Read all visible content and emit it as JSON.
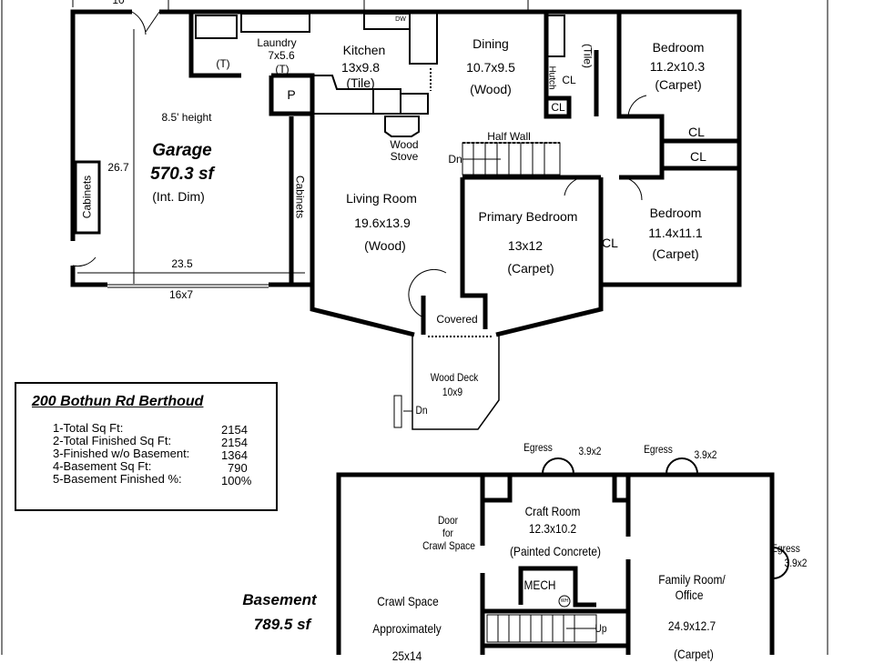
{
  "garage": {
    "name": "Garage",
    "area": "570.3 sf",
    "note": "(Int. Dim)",
    "height": "8.5' height",
    "depth": "26.7",
    "width": "23.5",
    "door": "16x7",
    "cabinets_left": "Cabinets",
    "cabinets_right": "Cabinets",
    "top_dim": "10"
  },
  "laundry": {
    "name": "Laundry",
    "dims": "7x5.6",
    "floor": "(T)",
    "bath_floor": "(T)"
  },
  "pantry": {
    "label": "P"
  },
  "kitchen": {
    "name": "Kitchen",
    "dims": "13x9.8",
    "floor": "(Tile)",
    "dw": "DW"
  },
  "wood_stove": {
    "line1": "Wood",
    "line2": "Stove"
  },
  "dining": {
    "name": "Dining",
    "dims": "10.7x9.5",
    "floor": "(Wood)"
  },
  "bath": {
    "floor": "(Tile)",
    "hutch": "Hutch",
    "closet1": "CL",
    "closet2": "CL"
  },
  "bedroom1": {
    "name": "Bedroom",
    "dims": "11.2x10.3",
    "floor": "(Carpet)"
  },
  "hall_closets": [
    "CL",
    "CL"
  ],
  "stairs": {
    "half_wall": "Half Wall",
    "dn": "Dn"
  },
  "living_room": {
    "name": "Living Room",
    "dims": "19.6x13.9",
    "floor": "(Wood)"
  },
  "primary_bedroom": {
    "name": "Primary Bedroom",
    "dims": "13x12",
    "floor": "(Carpet)",
    "closet": "CL"
  },
  "bedroom2": {
    "name": "Bedroom",
    "dims": "11.4x11.1",
    "floor": "(Carpet)"
  },
  "covered": {
    "label": "Covered"
  },
  "deck": {
    "name": "Wood Deck",
    "dims": "10x9",
    "dn": "Dn"
  },
  "info": {
    "title": "200 Bothun Rd Berthoud",
    "rows": [
      {
        "label": "1-Total Sq Ft:",
        "value": "2154"
      },
      {
        "label": "2-Total Finished Sq Ft:",
        "value": "2154"
      },
      {
        "label": "3-Finished w/o Basement:",
        "value": "1364"
      },
      {
        "label": "4-Basement Sq Ft:",
        "value": "790"
      },
      {
        "label": "5-Basement Finished %:",
        "value": "100%"
      }
    ]
  },
  "basement": {
    "title": "Basement",
    "area": "789.5 sf",
    "egress": [
      {
        "label": "Egress",
        "dims": "3.9x2"
      },
      {
        "label": "Egress",
        "dims": "3.9x2"
      },
      {
        "label": "Egress",
        "dims": "3.9x2"
      }
    ],
    "crawl": {
      "name": "Crawl Space",
      "note": "Approximately",
      "dims": "25x14",
      "door1": "Door",
      "door2": "for",
      "door3": "Crawl Space"
    },
    "craft": {
      "name": "Craft Room",
      "dims": "12.3x10.2",
      "floor": "(Painted Concrete)"
    },
    "mech": {
      "name": "MECH",
      "wh": "WH"
    },
    "family": {
      "name1": "Family Room/",
      "name2": "Office",
      "dims": "24.9x12.7",
      "floor": "(Carpet)"
    },
    "stairs_up": "Up"
  }
}
